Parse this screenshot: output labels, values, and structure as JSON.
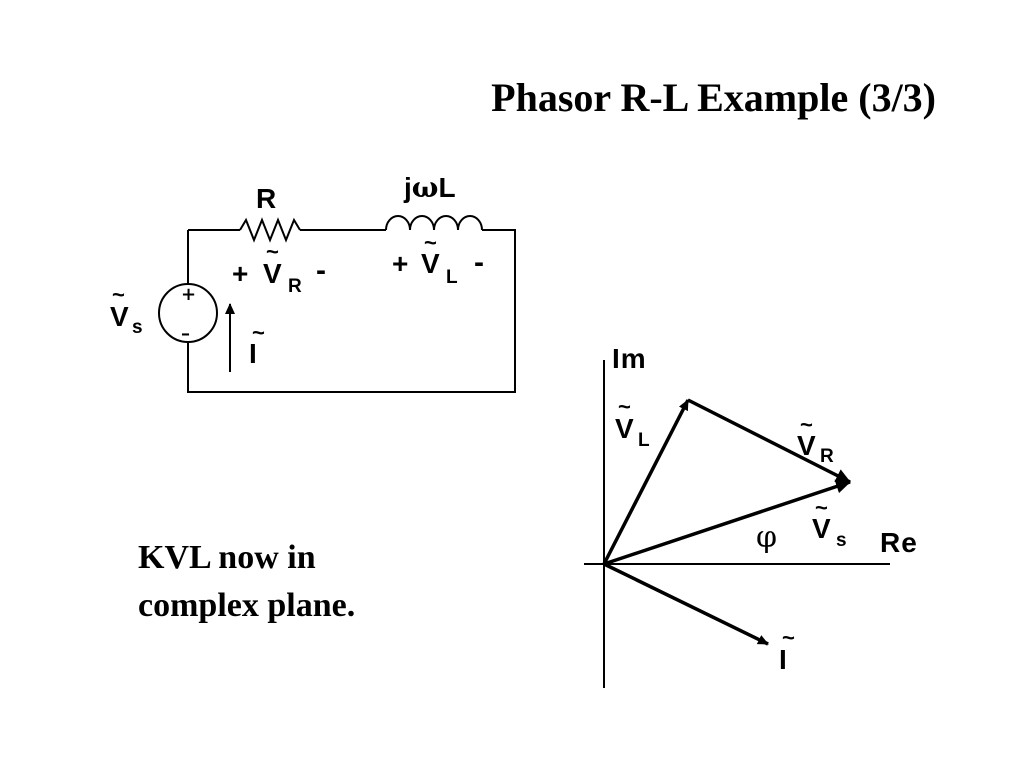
{
  "slide": {
    "title": "Phasor R-L Example  (3/3)",
    "note_lines": [
      "KVL now in",
      "complex plane."
    ]
  },
  "circuit": {
    "resistor_label": "R",
    "inductor_label_j": "j",
    "inductor_label_omega": "ω",
    "inductor_label_L": "L",
    "plus_sign": "+",
    "minus_sign": "-",
    "source_plus": "+",
    "source_minus": "–",
    "phasor_V": "V",
    "phasor_I": "I",
    "tilde": "~",
    "sub_R": "R",
    "sub_L": "L",
    "sub_s": "s"
  },
  "phasor_diagram": {
    "axis_im": "Im",
    "axis_re": "Re",
    "angle_label": "φ",
    "phasor_V": "V",
    "phasor_I": "I",
    "tilde": "~",
    "sub_L": "L",
    "sub_R": "R",
    "sub_s": "s"
  }
}
